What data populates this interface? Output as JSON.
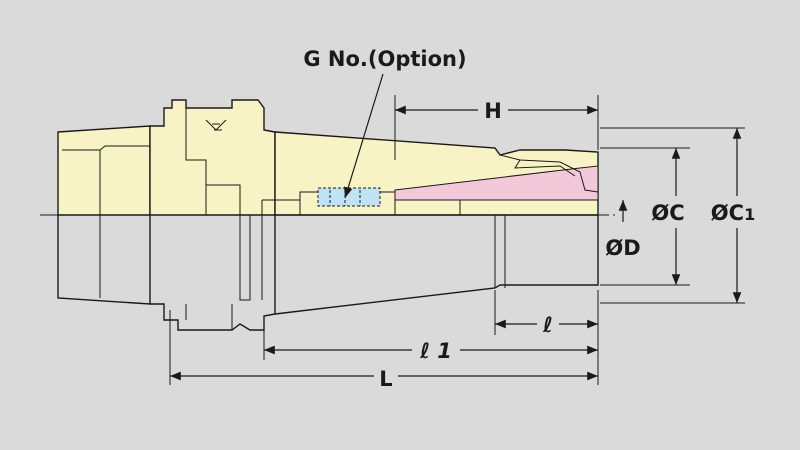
{
  "labels": {
    "g_no": "G No.(Option)",
    "h": "H",
    "oc": "ØC",
    "oc1": "ØC",
    "oc1_sub": "1",
    "od": "ØD",
    "l_small": "ℓ",
    "l1": "ℓ 1",
    "L": "L"
  },
  "colors": {
    "background": "#dadada",
    "body_fill": "#f8f3c4",
    "outline": "#1a1a1a",
    "collet_pink": "#f3c9d9",
    "g_screw_blue": "#bfe3f5"
  }
}
